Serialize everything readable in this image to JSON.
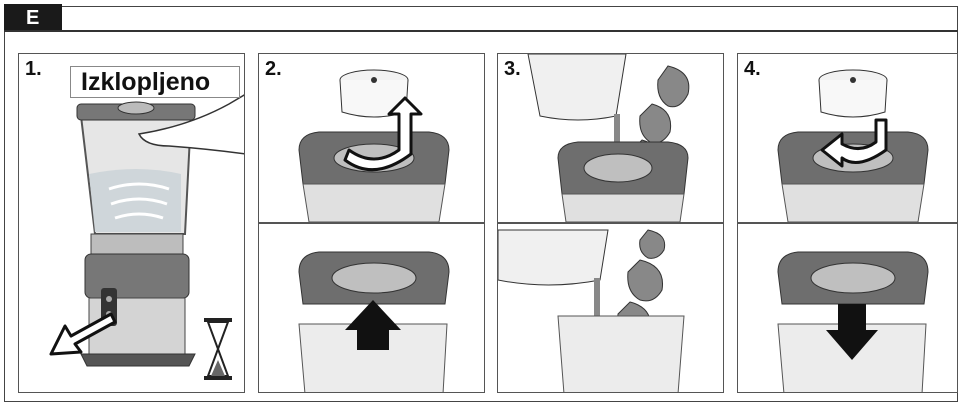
{
  "section": {
    "letter": "E"
  },
  "steps": [
    {
      "number": "1.",
      "status_label": "Izklopljeno"
    },
    {
      "number": "2."
    },
    {
      "number": "3."
    },
    {
      "number": "4."
    }
  ],
  "icons": {
    "step1": [
      "blender-jar-icon",
      "power-switch-icon",
      "remove-arrow-icon",
      "hourglass-icon",
      "hand-icon"
    ],
    "step2": [
      "measuring-cap-icon",
      "twist-arrow-icon",
      "lid-icon",
      "up-arrow-icon",
      "jar-icon"
    ],
    "step3": [
      "measuring-cup-icon",
      "liquid-stream-icon",
      "strawberry-icon",
      "jar-icon"
    ],
    "step4": [
      "measuring-cap-icon",
      "twist-arrow-icon",
      "lid-icon",
      "down-arrow-icon",
      "jar-icon"
    ]
  },
  "colors": {
    "frame": "#444444",
    "lid": "#6e6e6e",
    "jar": "#d9d9d9",
    "arrow": "#1a1a1a"
  }
}
